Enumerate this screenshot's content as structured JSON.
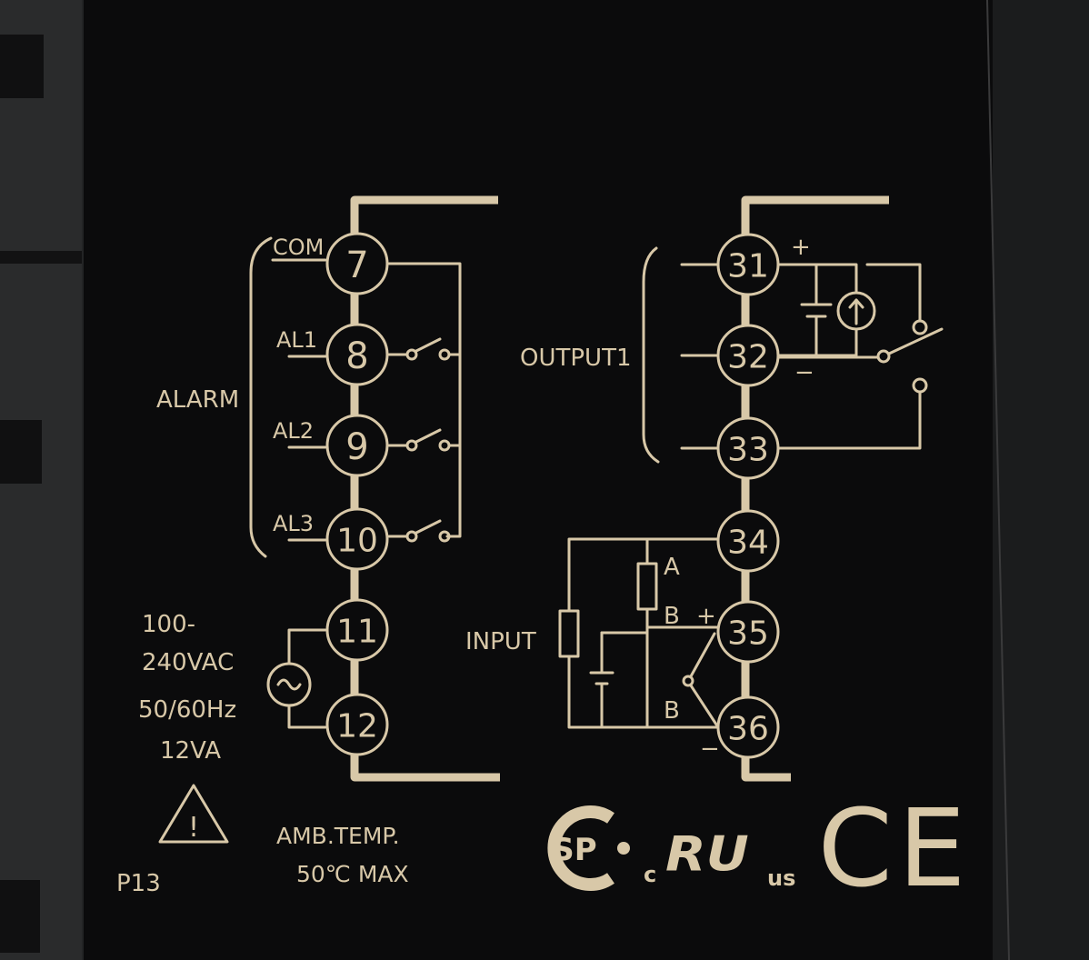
{
  "colors": {
    "panel": "#0b0b0c",
    "housing": "#232425",
    "gold": "#d8c8a8"
  },
  "terminals": {
    "t7": "7",
    "t8": "8",
    "t9": "9",
    "t10": "10",
    "t11": "11",
    "t12": "12",
    "t31": "31",
    "t32": "32",
    "t33": "33",
    "t34": "34",
    "t35": "35",
    "t36": "36"
  },
  "alarm": {
    "group_label": "ALARM",
    "com": "COM",
    "al1": "AL1",
    "al2": "AL2",
    "al3": "AL3"
  },
  "power": {
    "line1": "100-",
    "line2": "240VAC",
    "line3": "50/60Hz",
    "line4": "12VA"
  },
  "output": {
    "label": "OUTPUT1",
    "plus": "+",
    "minus": "−"
  },
  "input": {
    "label": "INPUT",
    "a": "A",
    "b_upper": "B",
    "b_lower": "B",
    "plus": "+",
    "minus": "−"
  },
  "footer": {
    "warning_mark": "!",
    "model": "P13",
    "amb_line1": "AMB.TEMP.",
    "amb_line2": "50℃ MAX"
  },
  "certifications": {
    "csa": "SP",
    "ul_c": "c",
    "ul_mark": "RU",
    "ul_us": "us",
    "ce": "CE"
  }
}
